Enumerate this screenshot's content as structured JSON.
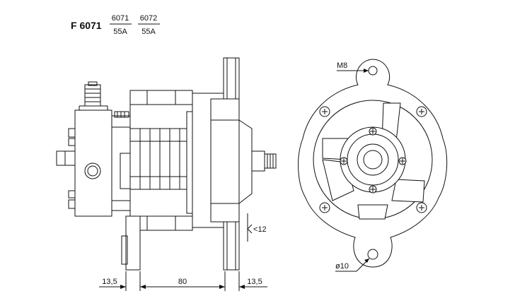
{
  "header": {
    "model": "F 6071",
    "variant_a": {
      "code": "6071",
      "rating": "55A"
    },
    "variant_b": {
      "code": "6072",
      "rating": "55A"
    }
  },
  "dimensions": {
    "left_flange": "13,5",
    "body_length": "80",
    "right_flange": "13,5",
    "mount_gap": "12",
    "thread": "M8",
    "hole_diameter": "ø10"
  }
}
